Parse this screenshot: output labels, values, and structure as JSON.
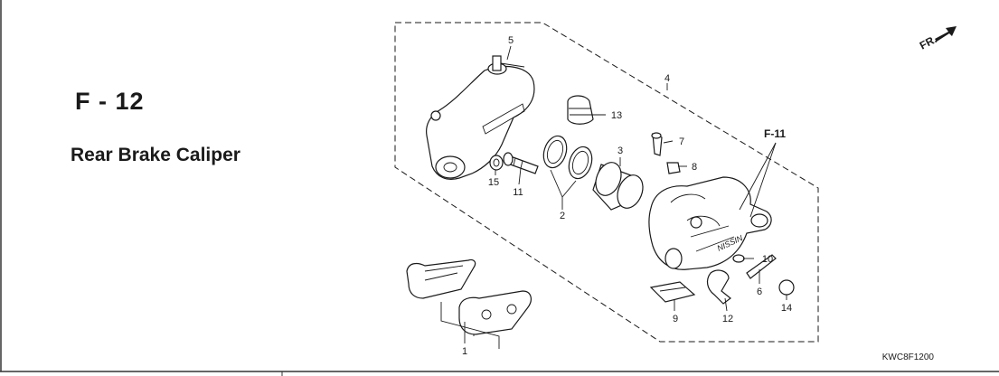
{
  "section": {
    "code": "F - 12",
    "title": "Rear Brake Caliper"
  },
  "orientation": {
    "label": "FR."
  },
  "reference": {
    "label": "F-11"
  },
  "caliper_stamp": "NISSIN",
  "drawing_code": "KWC8F1200",
  "callouts": [
    "1",
    "2",
    "3",
    "4",
    "5",
    "6",
    "7",
    "8",
    "9",
    "10",
    "11",
    "12",
    "13",
    "14",
    "15"
  ]
}
